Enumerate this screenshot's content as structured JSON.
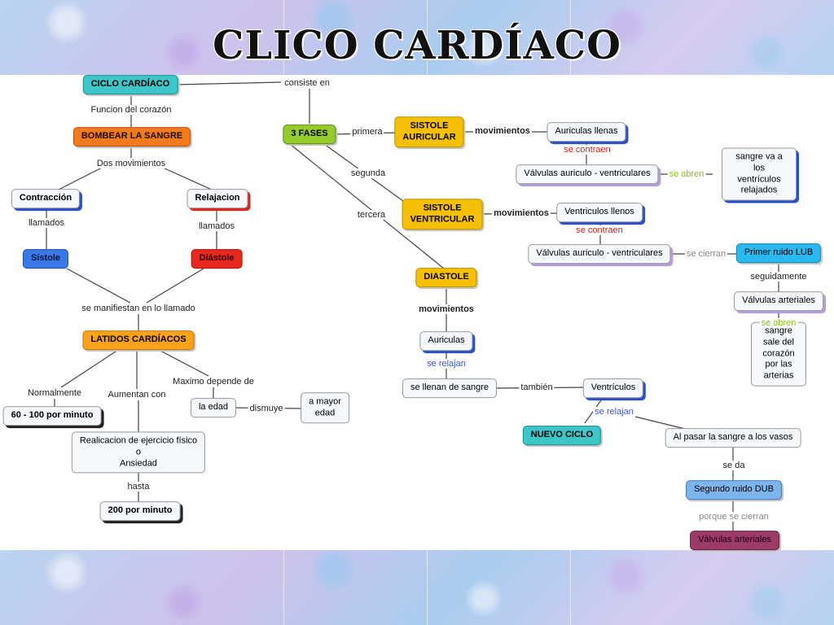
{
  "title": "CLICO CARDÍACO",
  "nodes": {
    "ciclo": "CICLO CARDÍACO",
    "bombear": "BOMBEAR LA SANGRE",
    "contraccion": "Contracción",
    "relajacion": "Relajacion",
    "sistole": "Sístole",
    "diastole": "Diástole",
    "latidos": "LATIDOS CARDÍACOS",
    "rango": "60 - 100 por minuto",
    "ejercicio": "Realicacion de ejercicio físico\no\nAnsiedad",
    "max200": "200 por minuto",
    "edad": "la edad",
    "mayor_edad": "a mayor\nedad",
    "fases": "3 FASES",
    "sist_auricular": "SISTOLE\nAURICULAR",
    "aur_llenas": "Auriculas llenas",
    "valv_av_1": "Válvulas auriculo - ventriculares",
    "sangre_ventriculos": "sangre va a los\nventrículos relajados",
    "sist_ventricular": "SISTOLE\nVENTRICULAR",
    "vent_llenos": "Ventriculos llenos",
    "valv_av_2": "Válvulas auriculo - ventriculares",
    "primer_ruido": "Primer ruido LUB",
    "valv_art_1": "Válvulas arteriales",
    "sangre_sale": "sangre sale del corazón\npor las arterias",
    "diastole_fase": "DIASTOLE",
    "auriculas": "Auriculas",
    "se_llenan": "se llenan de sangre",
    "ventriculos": "Ventrículos",
    "nuevo_ciclo": "NUEVO CICLO",
    "al_pasar": "Al pasar la sangre a los vasos",
    "segundo_ruido": "Segundo ruido DUB",
    "valv_art_2": "Válvulas arteriales"
  },
  "links": {
    "consiste_en": "consiste en",
    "funcion": "Funcion del corazón",
    "dos_mov": "Dos movimientos",
    "llamados_1": "llamados",
    "llamados_2": "llamados",
    "se_manifiestan": "se manifiestan en lo llamado",
    "normalmente": "Normalmente",
    "aumentan_con": "Aumentan con",
    "maximo": "Maximo depende de",
    "dismuye": "dismuye",
    "hasta": "hasta",
    "primera": "primera",
    "segunda": "segunda",
    "tercera": "tercera",
    "movimientos_1": "movimientos",
    "movimientos_2": "movimientos",
    "movimientos_3": "movimientos",
    "se_contraen_1": "se contraen",
    "se_abren_1": "se abren",
    "se_contraen_2": "se contraen",
    "se_cierran": "se cierran",
    "seguidamente": "seguidamente",
    "se_abren_2": "se abren",
    "se_relajan_1": "se relajan",
    "tambien": "también",
    "se_relajan_2": "se relajan",
    "se_da": "se da",
    "porque": "porque se cierran"
  }
}
